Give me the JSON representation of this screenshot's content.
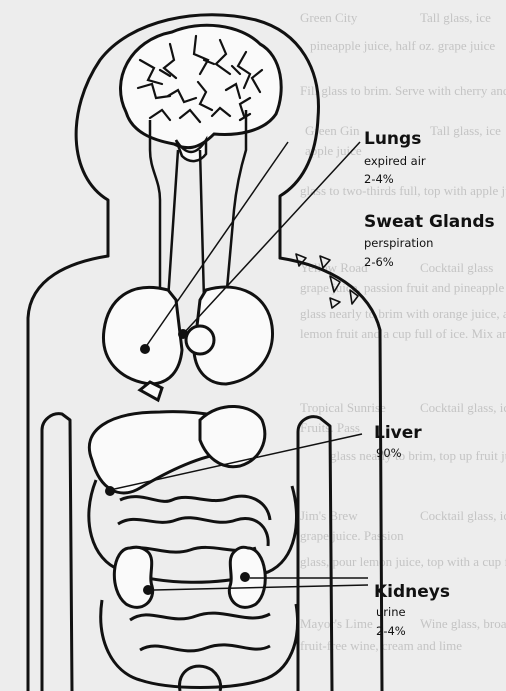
{
  "labels": {
    "lungs": {
      "title": "Lungs",
      "line1": "expired air",
      "line2": "2-4%"
    },
    "sweat": {
      "title": "Sweat Glands",
      "line1": "perspiration",
      "line2": "2-6%"
    },
    "liver": {
      "title": "Liver",
      "line1": "90%"
    },
    "kidneys": {
      "title": "Kidneys",
      "line1": "urine",
      "line2": "2-4%"
    }
  },
  "bleed_through": [
    "Green City",
    "Tall glass, ice",
    "pineapple juice, half oz. grape juice",
    "Fill glass to brim. Serve with cherry and orange slice",
    "Green Gin",
    "Tall glass, ice",
    "apple juice",
    "glass to two-thirds full, top with apple juice",
    "Yellow Road",
    "Cocktail glass",
    "grape juice, passion fruit and pineapple",
    "glass nearly to brim with orange juice, add small",
    "lemon fruit and a cup full of ice. Mix and serve",
    "Tropical Sunrise",
    "Cocktail glass, ice",
    "Fruits. Pass",
    "glass nearly to brim, top up fruit juice",
    "Jim's Brew",
    "Cocktail glass, ice",
    "grape juice. Passion",
    "glass, pour lemon juice, top with a cup full of",
    "Mayor's Lime",
    "Wine glass, broad",
    "fruit-free wine, cream and lime"
  ],
  "colors": {
    "ink": "#111111",
    "paper": "#ededed",
    "bleed": "#c4c4c4"
  }
}
